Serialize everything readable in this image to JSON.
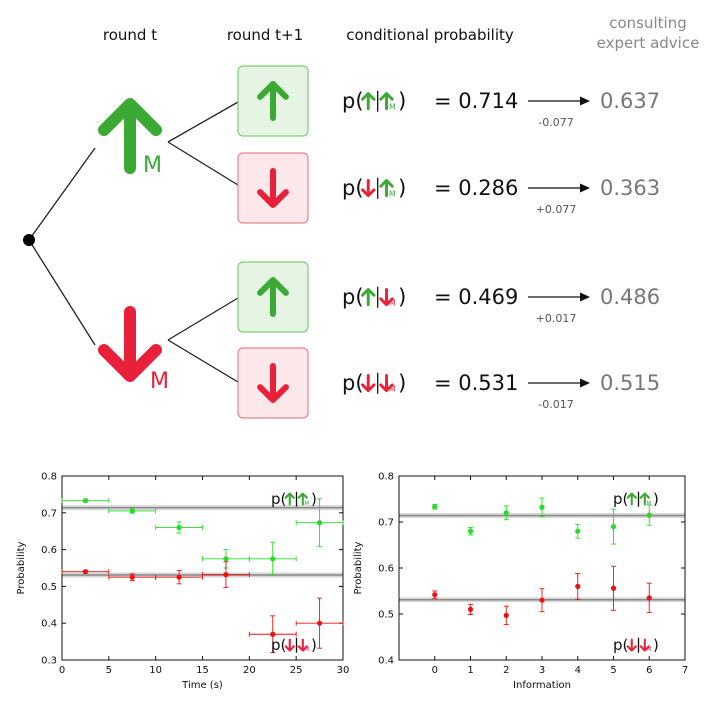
{
  "headers": {
    "round_t": "round t",
    "round_t1": "round t+1",
    "cond_prob": "conditional probability",
    "expert_line1": "consulting",
    "expert_line2": "expert advice"
  },
  "m_label": "M",
  "p_prefix": "p(",
  "rows": [
    {
      "v1": "up",
      "v2": "up",
      "eq": "= 0.714",
      "delta": "-0.077",
      "advice": "0.637",
      "box": "green"
    },
    {
      "v1": "down",
      "v2": "up",
      "eq": "= 0.286",
      "delta": "+0.077",
      "advice": "0.363",
      "box": "red"
    },
    {
      "v1": "up",
      "v2": "down",
      "eq": "= 0.469",
      "delta": "+0.017",
      "advice": "0.486",
      "box": "green"
    },
    {
      "v1": "down",
      "v2": "down",
      "eq": "= 0.531",
      "delta": "-0.017",
      "advice": "0.515",
      "box": "red"
    }
  ],
  "colors": {
    "green": "#3aaa35",
    "red": "#e8203a",
    "box_green_fill": "#e6f5e3",
    "box_green_stroke": "#7ccf72",
    "box_red_fill": "#fce8ea",
    "box_red_stroke": "#e5848f",
    "point_green": "#22dd22",
    "point_red": "#ee1111",
    "line_grey": "#888888"
  },
  "icons": [
    "up-arrow-icon",
    "down-arrow-icon"
  ],
  "chart_data": [
    {
      "type": "scatter",
      "xlabel": "Time (s)",
      "ylabel": "Probability",
      "xlim": [
        0,
        30
      ],
      "ylim": [
        0.3,
        0.8
      ],
      "xticks": [
        0,
        5,
        10,
        15,
        20,
        25,
        30
      ],
      "yticks": [
        0.3,
        0.4,
        0.5,
        0.6,
        0.7,
        0.8
      ],
      "hlines": [
        0.714,
        0.531
      ],
      "series": [
        {
          "color": "green",
          "points": [
            {
              "x": 2.5,
              "y": 0.733,
              "xerr": 2.5,
              "yerr": 0.004
            },
            {
              "x": 7.5,
              "y": 0.705,
              "xerr": 2.5,
              "yerr": 0.006
            },
            {
              "x": 12.5,
              "y": 0.66,
              "xerr": 2.5,
              "yerr": 0.015
            },
            {
              "x": 17.5,
              "y": 0.575,
              "xerr": 2.5,
              "yerr": 0.025
            },
            {
              "x": 22.5,
              "y": 0.575,
              "xerr": 2.5,
              "yerr": 0.045
            },
            {
              "x": 27.5,
              "y": 0.673,
              "xerr": 2.5,
              "yerr": 0.065
            }
          ]
        },
        {
          "color": "red",
          "points": [
            {
              "x": 2.5,
              "y": 0.54,
              "xerr": 2.5,
              "yerr": 0.004
            },
            {
              "x": 7.5,
              "y": 0.525,
              "xerr": 2.5,
              "yerr": 0.009
            },
            {
              "x": 12.5,
              "y": 0.525,
              "xerr": 2.5,
              "yerr": 0.018
            },
            {
              "x": 17.5,
              "y": 0.532,
              "xerr": 2.5,
              "yerr": 0.035
            },
            {
              "x": 22.5,
              "y": 0.37,
              "xerr": 2.5,
              "yerr": 0.05
            },
            {
              "x": 27.5,
              "y": 0.4,
              "xerr": 2.5,
              "yerr": 0.068
            }
          ]
        }
      ],
      "labels": [
        {
          "text_prefix": "p(",
          "v1": "up",
          "v2": "up",
          "pos": "top-right"
        },
        {
          "text_prefix": "p(",
          "v1": "down",
          "v2": "down",
          "pos": "bottom-right"
        }
      ]
    },
    {
      "type": "scatter",
      "xlabel": "Information",
      "ylabel": "Probability",
      "xlim": [
        -1,
        7
      ],
      "ylim": [
        0.4,
        0.8
      ],
      "xticks": [
        0,
        1,
        2,
        3,
        4,
        5,
        6,
        7
      ],
      "yticks": [
        0.4,
        0.5,
        0.6,
        0.7,
        0.8
      ],
      "hlines": [
        0.714,
        0.531
      ],
      "series": [
        {
          "color": "green",
          "points": [
            {
              "x": 0,
              "y": 0.733,
              "xerr": 0,
              "yerr": 0.005
            },
            {
              "x": 1,
              "y": 0.68,
              "xerr": 0,
              "yerr": 0.008
            },
            {
              "x": 2,
              "y": 0.72,
              "xerr": 0,
              "yerr": 0.015
            },
            {
              "x": 3,
              "y": 0.732,
              "xerr": 0,
              "yerr": 0.02
            },
            {
              "x": 4,
              "y": 0.68,
              "xerr": 0,
              "yerr": 0.015
            },
            {
              "x": 5,
              "y": 0.69,
              "xerr": 0,
              "yerr": 0.038
            },
            {
              "x": 6,
              "y": 0.715,
              "xerr": 0,
              "yerr": 0.022
            }
          ]
        },
        {
          "color": "red",
          "points": [
            {
              "x": 0,
              "y": 0.542,
              "xerr": 0,
              "yerr": 0.008
            },
            {
              "x": 1,
              "y": 0.51,
              "xerr": 0,
              "yerr": 0.011
            },
            {
              "x": 2,
              "y": 0.497,
              "xerr": 0,
              "yerr": 0.02
            },
            {
              "x": 3,
              "y": 0.53,
              "xerr": 0,
              "yerr": 0.025
            },
            {
              "x": 4,
              "y": 0.56,
              "xerr": 0,
              "yerr": 0.028
            },
            {
              "x": 5,
              "y": 0.556,
              "xerr": 0,
              "yerr": 0.048
            },
            {
              "x": 6,
              "y": 0.535,
              "xerr": 0,
              "yerr": 0.032
            }
          ]
        }
      ],
      "labels": [
        {
          "text_prefix": "p(",
          "v1": "up",
          "v2": "up",
          "pos": "top-right"
        },
        {
          "text_prefix": "p(",
          "v1": "down",
          "v2": "down",
          "pos": "bottom-right"
        }
      ]
    }
  ]
}
